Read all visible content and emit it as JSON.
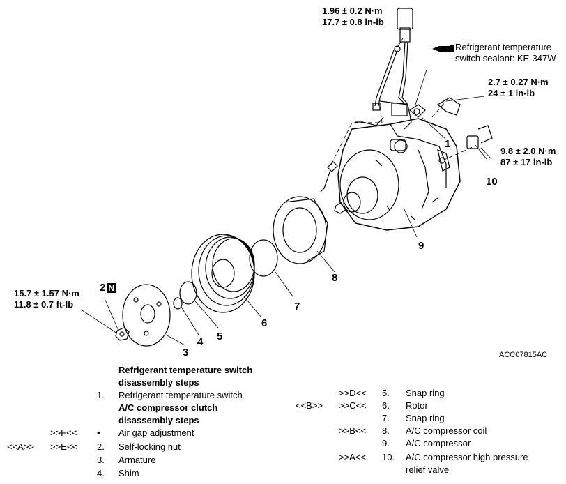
{
  "torque": {
    "t1": [
      "1.96 ± 0.2 N·m",
      "17.7 ± 0.8 in-lb"
    ],
    "t2": [
      "2.7 ± 0.27 N·m",
      "24 ± 1 in-lb"
    ],
    "t3": [
      "9.8 ± 2.0 N·m",
      "87 ± 17 in-lb"
    ],
    "t4": [
      "15.7 ± 1.57 N·m",
      "11.8 ± 0.7 ft-lb"
    ]
  },
  "sealant": [
    "Refrigerant temperature",
    "switch sealant: KE-347W"
  ],
  "callouts": {
    "c1": "1",
    "c2": "2",
    "c2n": "N",
    "c3": "3",
    "c4": "4",
    "c5": "5",
    "c6": "6",
    "c7": "7",
    "c8": "8",
    "c9": "9",
    "c10": "10"
  },
  "figure_code": "ACC07815AC",
  "steps": {
    "h1a": "Refrigerant temperature switch",
    "h1b": "disassembly steps",
    "s1n": "1.",
    "s1": "Refrigerant temperature switch",
    "h2a": "A/C compressor clutch",
    "h2b": "disassembly steps",
    "sF": ">>F<<",
    "sFb": "•",
    "sFt": "Air gap adjustment",
    "sA": "<<A>>",
    "sE": ">>E<<",
    "s2n": "2.",
    "s2": "Self-locking nut",
    "s3n": "3.",
    "s3": "Armature",
    "s4n": "4.",
    "s4": "Shim",
    "sD": ">>D<<",
    "s5n": "5.",
    "s5": "Snap ring",
    "sB": "<<B>>",
    "sC": ">>C<<",
    "s6n": "6.",
    "s6": "Rotor",
    "s7n": "7.",
    "s7": "Snap ring",
    "sB2": ">>B<<",
    "s8n": "8.",
    "s8": "A/C compressor coil",
    "s9n": "9.",
    "s9": "A/C compressor",
    "sA2": ">>A<<",
    "s10n": "10.",
    "s10a": "A/C compressor high pressure",
    "s10b": "relief valve"
  }
}
